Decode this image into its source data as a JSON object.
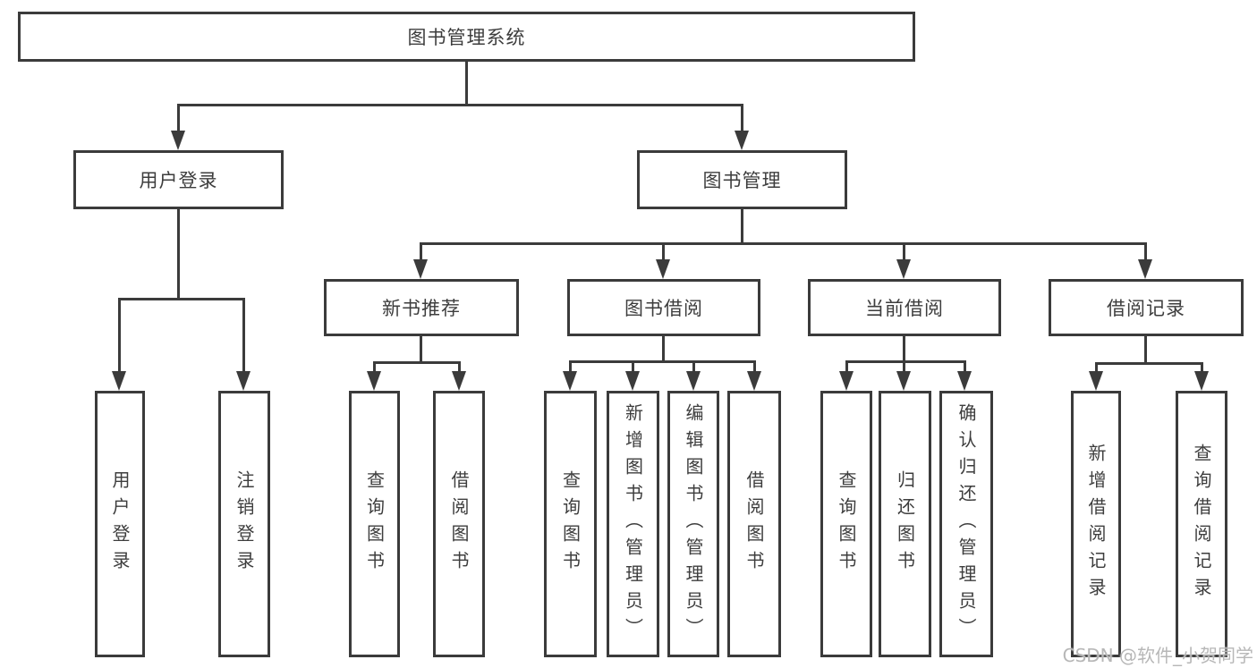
{
  "diagram": {
    "title": "图书管理系统",
    "watermark": "CSDN @软件_小贺同学",
    "colors": {
      "line": "#3b3b3b",
      "text": "#3d3d3d",
      "background": "#ffffff",
      "watermark": "#b7b7b7"
    },
    "nodes": [
      {
        "id": "system",
        "label": "图书管理系统",
        "level": 1,
        "parent": null
      },
      {
        "id": "user-login",
        "label": "用户登录",
        "level": 2,
        "parent": "system"
      },
      {
        "id": "book-management",
        "label": "图书管理",
        "level": 2,
        "parent": "system"
      },
      {
        "id": "new-book-recommend",
        "label": "新书推荐",
        "level": 3,
        "parent": "book-management"
      },
      {
        "id": "book-borrowing",
        "label": "图书借阅",
        "level": 3,
        "parent": "book-management"
      },
      {
        "id": "current-borrowing",
        "label": "当前借阅",
        "level": 3,
        "parent": "book-management"
      },
      {
        "id": "borrowing-records",
        "label": "借阅记录",
        "level": 3,
        "parent": "book-management"
      },
      {
        "id": "leaf-user-login",
        "label": "用户登录",
        "level": 4,
        "parent": "user-login"
      },
      {
        "id": "leaf-logout",
        "label": "注销登录",
        "level": 4,
        "parent": "user-login"
      },
      {
        "id": "leaf-query-books-recommend",
        "label": "查询图书",
        "level": 4,
        "parent": "new-book-recommend"
      },
      {
        "id": "leaf-borrow-books-recommend",
        "label": "借阅图书",
        "level": 4,
        "parent": "new-book-recommend"
      },
      {
        "id": "leaf-query-books-borrowing",
        "label": "查询图书",
        "level": 4,
        "parent": "book-borrowing"
      },
      {
        "id": "leaf-add-books-admin",
        "label": "新增图书（管理员）",
        "level": 4,
        "parent": "book-borrowing"
      },
      {
        "id": "leaf-edit-books-admin",
        "label": "编辑图书（管理员）",
        "level": 4,
        "parent": "book-borrowing"
      },
      {
        "id": "leaf-borrow-books-borrowing",
        "label": "借阅图书",
        "level": 4,
        "parent": "book-borrowing"
      },
      {
        "id": "leaf-query-books-current",
        "label": "查询图书",
        "level": 4,
        "parent": "current-borrowing"
      },
      {
        "id": "leaf-return-books",
        "label": "归还图书",
        "level": 4,
        "parent": "current-borrowing"
      },
      {
        "id": "leaf-confirm-return-admin",
        "label": "确认归还（管理员）",
        "level": 4,
        "parent": "current-borrowing"
      },
      {
        "id": "leaf-add-borrow-record",
        "label": "新增借阅记录",
        "level": 4,
        "parent": "borrowing-records"
      },
      {
        "id": "leaf-query-borrow-record",
        "label": "查询借阅记录",
        "level": 4,
        "parent": "borrowing-records"
      }
    ]
  }
}
